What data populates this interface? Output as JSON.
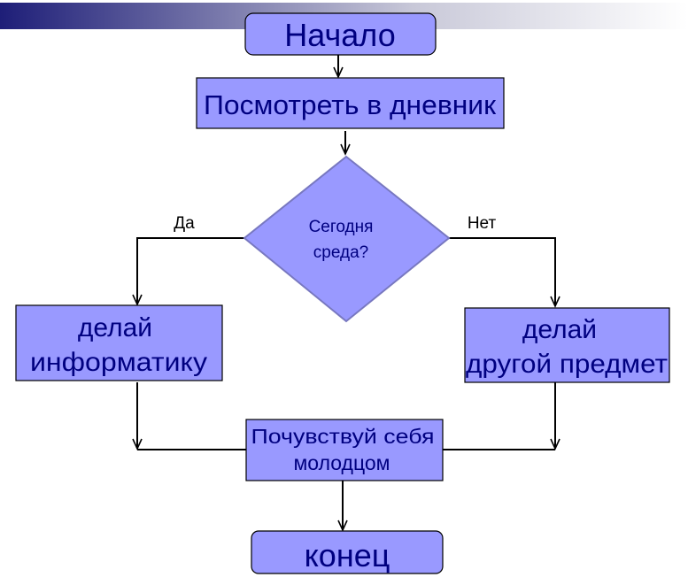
{
  "colors": {
    "node_fill": "#9999ff",
    "text": "#000080",
    "header_gradient_start": "#1e1e78",
    "header_gradient_end": "#ffffff"
  },
  "nodes": {
    "start": "Начало",
    "check_diary": "Посмотреть в дневник",
    "decision": {
      "line1": "Сегодня",
      "line2": "среда?"
    },
    "do_informatics": {
      "line1": "делай",
      "line2": "информатику"
    },
    "do_other": {
      "line1": "делай",
      "line2": "другой предмет"
    },
    "feel_good": {
      "line1": "Почувствуй себя",
      "line2": "молодцом"
    },
    "end": "конец"
  },
  "edges": {
    "yes_label": "Да",
    "no_label": "Нет"
  }
}
